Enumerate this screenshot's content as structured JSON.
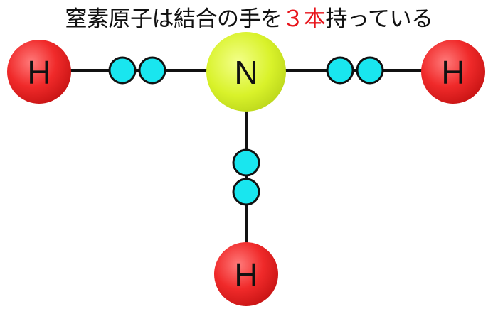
{
  "title": {
    "before": "窒素原子は結合の手を",
    "number": "３本",
    "after": "持っている"
  },
  "atoms": {
    "center": {
      "symbol": "N"
    },
    "left": {
      "symbol": "H"
    },
    "right": {
      "symbol": "H"
    },
    "bottom": {
      "symbol": "H"
    }
  },
  "colors": {
    "nitrogen": "#d9f22a",
    "hydrogen": "#f02a2a",
    "electron": "#19e6ef",
    "bond": "#111111",
    "highlight_text": "#e8141b"
  }
}
